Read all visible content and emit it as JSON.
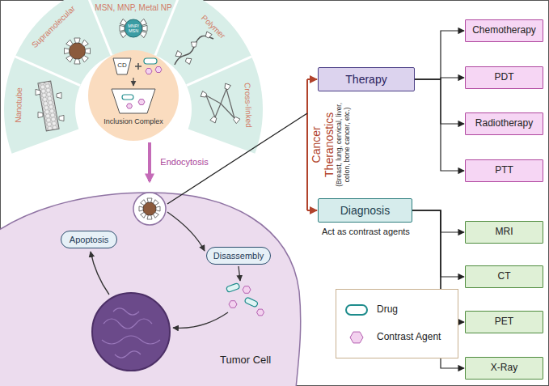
{
  "diagram": {
    "nodes": [
      {
        "text": [
          "Therapy"
        ]
      },
      {
        "text": [
          "Chemotherapy"
        ]
      },
      {
        "text": [
          "PDT"
        ]
      },
      {
        "text": [
          "Radiotherapy"
        ]
      },
      {
        "text": [
          "PTT"
        ]
      },
      {
        "text": [
          "Diagnosis"
        ]
      },
      {
        "text": [
          "MRI"
        ]
      },
      {
        "text": [
          "CT"
        ]
      },
      {
        "text": [
          "PET"
        ]
      },
      {
        "text": [
          "X-Ray"
        ]
      },
      {
        "text": [
          "Tumor Cell"
        ]
      },
      {
        "text": [
          "Apoptosis"
        ],
        "in": 10
      },
      {
        "text": [
          "Disassembly"
        ],
        "in": 10
      }
    ],
    "edges": [
      {
        "from": 0,
        "to": 1,
        "arrow": "to"
      },
      {
        "from": 0,
        "to": 2,
        "arrow": "to"
      },
      {
        "from": 0,
        "to": 3,
        "arrow": "to"
      },
      {
        "from": 0,
        "to": 4,
        "arrow": "to"
      },
      {
        "from": 5,
        "to": 6,
        "arrow": "to"
      },
      {
        "from": 5,
        "to": 7,
        "arrow": "to"
      },
      {
        "from": 5,
        "to": 8,
        "arrow": "to"
      },
      {
        "from": 5,
        "to": 9,
        "arrow": "to"
      }
    ],
    "labels": [
      "Nanotube",
      "Supramolecular",
      "MSN, MNP, Metal NP",
      "Polymer",
      "Cross-linked",
      "CD",
      "Inclusion Complex",
      "MNP/ MSN",
      "Endocytosis",
      "Cancer Theranostics",
      "(Breast, lung, cervical, liver, colon, bone cancer, etc.)",
      "Act as contrast agents"
    ],
    "legend": [
      {
        "text": "Drug"
      },
      {
        "text": "Contrast Agent"
      }
    ]
  }
}
